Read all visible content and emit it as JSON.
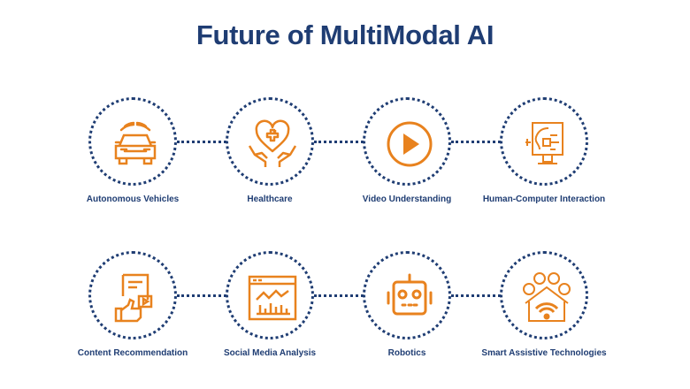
{
  "title": "Future of MultiModal AI",
  "colors": {
    "primary": "#1f3d73",
    "accent": "#e8821e"
  },
  "rows": [
    [
      {
        "label": "Autonomous Vehicles",
        "icon": "car-icon"
      },
      {
        "label": "Healthcare",
        "icon": "heart-hands-icon"
      },
      {
        "label": "Video Understanding",
        "icon": "play-icon"
      },
      {
        "label": "Human-Computer Interaction",
        "icon": "head-chip-monitor-icon"
      }
    ],
    [
      {
        "label": "Content Recommendation",
        "icon": "thumbs-up-document-icon"
      },
      {
        "label": "Social Media Analysis",
        "icon": "analytics-chart-icon"
      },
      {
        "label": "Robotics",
        "icon": "robot-icon"
      },
      {
        "label": "Smart Assistive Technologies",
        "icon": "smart-home-icon"
      }
    ]
  ]
}
